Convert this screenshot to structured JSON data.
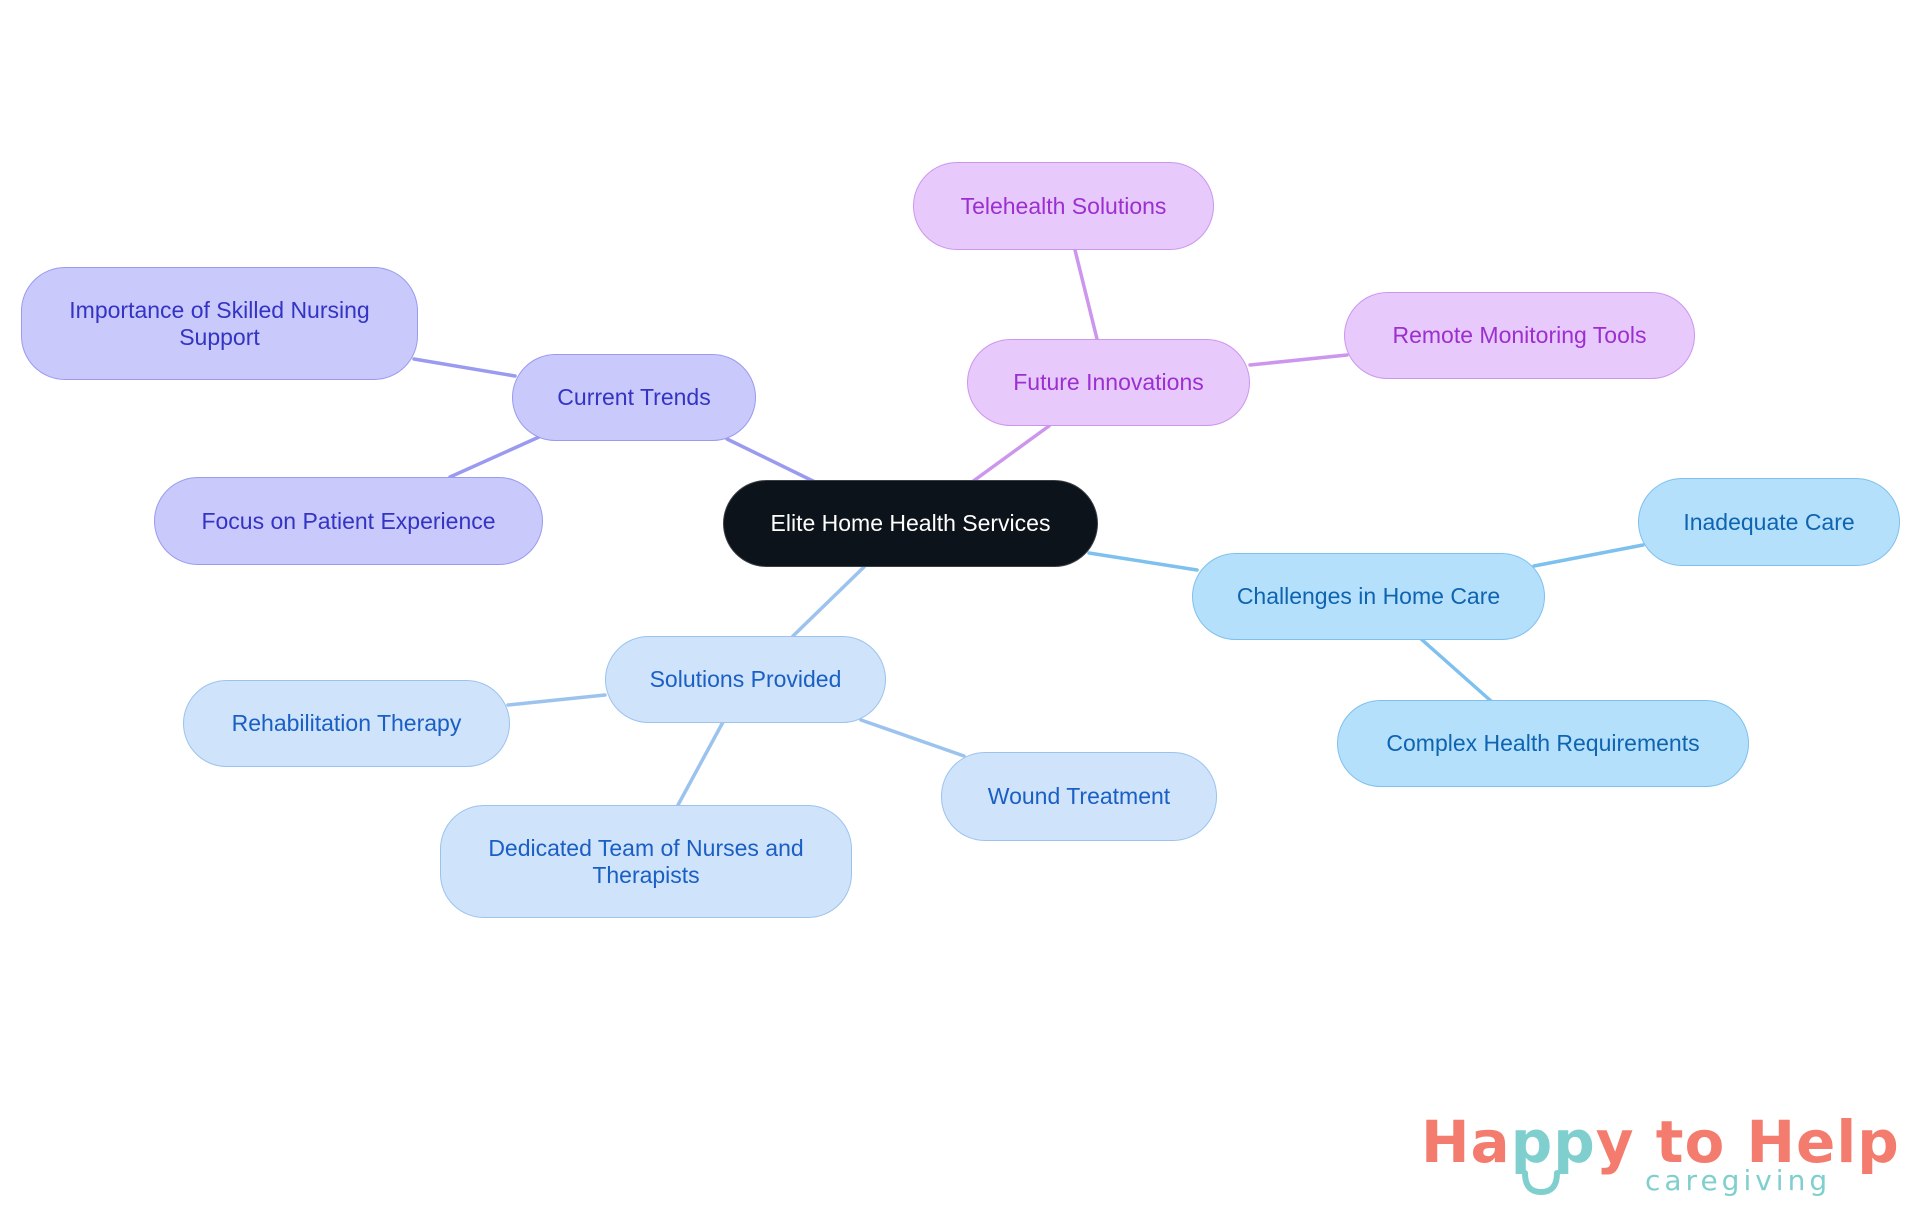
{
  "diagram": {
    "type": "mind-map",
    "root": {
      "id": "root",
      "label": "Elite Home Health Services"
    },
    "branches": [
      {
        "id": "current-trends",
        "label": "Current Trends",
        "color": "#9a9af0",
        "children": [
          {
            "id": "importance",
            "label": "Importance of Skilled Nursing Support"
          },
          {
            "id": "focus",
            "label": "Focus on Patient Experience"
          }
        ]
      },
      {
        "id": "future-innovations",
        "label": "Future Innovations",
        "color": "#cc96ee",
        "children": [
          {
            "id": "telehealth",
            "label": "Telehealth Solutions"
          },
          {
            "id": "remote",
            "label": "Remote Monitoring Tools"
          }
        ]
      },
      {
        "id": "challenges",
        "label": "Challenges in Home Care",
        "color": "#7ec0ee",
        "children": [
          {
            "id": "inadequate",
            "label": "Inadequate Care"
          },
          {
            "id": "complex",
            "label": "Complex Health Requirements"
          }
        ]
      },
      {
        "id": "solutions",
        "label": "Solutions Provided",
        "color": "#9cc3ee",
        "children": [
          {
            "id": "rehab",
            "label": "Rehabilitation Therapy"
          },
          {
            "id": "dedicated",
            "label": "Dedicated Team of Nurses and Therapists"
          },
          {
            "id": "wound",
            "label": "Wound Treatment"
          }
        ]
      }
    ]
  },
  "logo": {
    "part1": "Ha",
    "part2": "pp",
    "part3": "y to Help",
    "tagline": "caregiving",
    "primary_color": "#f47c6e",
    "accent_color": "#80cfcf"
  }
}
